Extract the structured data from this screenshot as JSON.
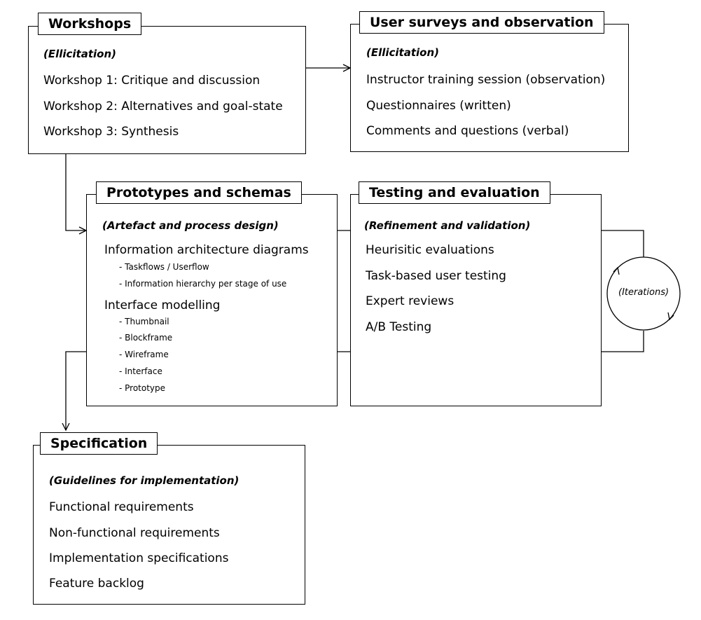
{
  "workshops": {
    "title": "Workshops",
    "subtitle": "(Ellicitation)",
    "items": [
      "Workshop 1: Critique and discussion",
      "Workshop 2: Alternatives and goal-state",
      "Workshop 3: Synthesis"
    ]
  },
  "surveys": {
    "title": "User surveys and observation",
    "subtitle": "(Ellicitation)",
    "items": [
      "Instructor training session (observation)",
      "Questionnaires (written)",
      "Comments and questions (verbal)"
    ]
  },
  "prototypes": {
    "title": "Prototypes and schemas",
    "subtitle": "(Artefact and process design)",
    "group1": {
      "heading": "Information architecture diagrams",
      "items": [
        "- Taskflows / Userflow",
        "- Information hierarchy per stage of use"
      ]
    },
    "group2": {
      "heading": "Interface modelling",
      "items": [
        "- Thumbnail",
        "- Blockframe",
        "- Wireframe",
        "- Interface",
        "- Prototype"
      ]
    }
  },
  "testing": {
    "title": "Testing and evaluation",
    "subtitle": "(Refinement and validation)",
    "items": [
      "Heurisitic evaluations",
      "Task-based user testing",
      "Expert reviews",
      "A/B Testing"
    ],
    "iterations_label": "(Iterations)"
  },
  "specification": {
    "title": "Specification",
    "subtitle": "(Guidelines for implementation)",
    "items": [
      "Functional requirements",
      "Non-functional requirements",
      "Implementation specifications",
      "Feature backlog"
    ]
  }
}
